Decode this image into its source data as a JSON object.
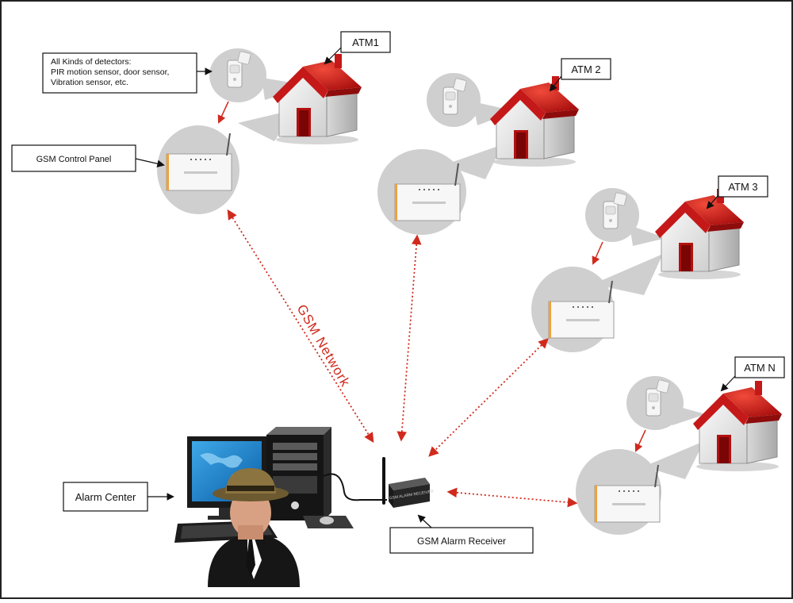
{
  "labels": {
    "detectors": [
      "All Kinds of detectors:",
      "PIR motion sensor, door sensor,",
      "Vibration sensor, etc."
    ],
    "control_panel": "GSM Control Panel",
    "alarm_center": "Alarm Center",
    "receiver": "GSM Alarm Receiver",
    "network": "GSM Network",
    "receiver_device_text": "GSM ALARM RECEIVER"
  },
  "sites": [
    {
      "name": "ATM1"
    },
    {
      "name": "ATM 2"
    },
    {
      "name": "ATM 3"
    },
    {
      "name": "ATM N"
    }
  ],
  "colors": {
    "bubble": "#cfcfcf",
    "link": "#d02a1d",
    "roof": "#d11f1f",
    "wall": "#ececec",
    "frame": "#222222"
  }
}
